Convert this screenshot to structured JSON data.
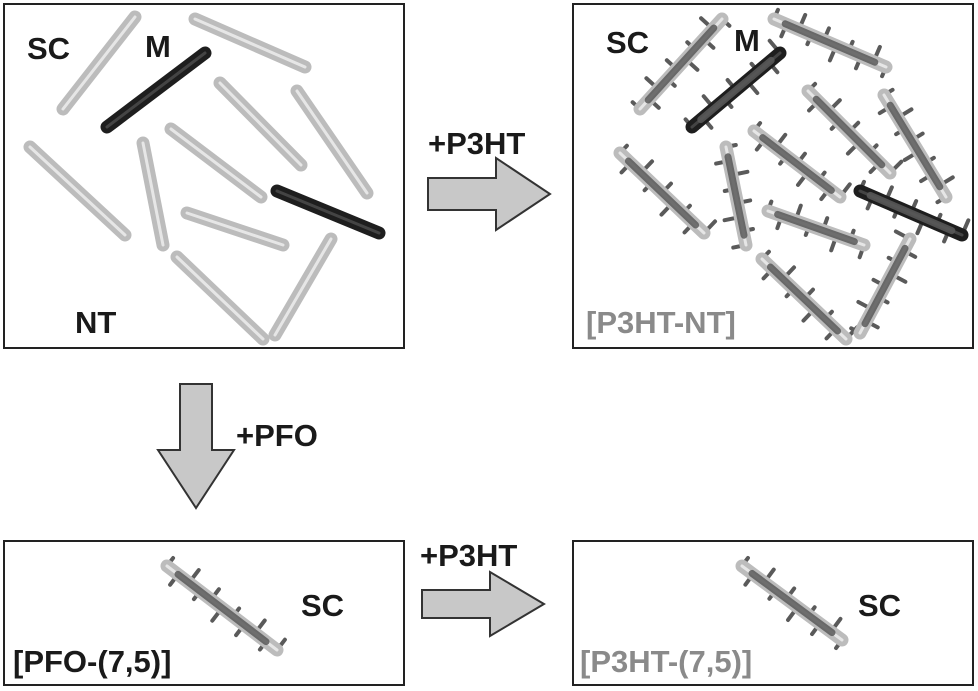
{
  "colors": {
    "frame": "#222222",
    "label_dark": "#1a1a1a",
    "label_gray": "#8a8a8a",
    "tube_light": "#bcbcbc",
    "tube_dark": "#1e1e1e",
    "polymer": "#5a5a5a",
    "arrow_fill": "#c8c8c8",
    "arrow_stroke": "#333333"
  },
  "panels": {
    "nt": {
      "labels": {
        "sc": "SC",
        "m": "M",
        "nt": "NT"
      }
    },
    "p3ht_nt": {
      "labels": {
        "sc": "SC",
        "m": "M",
        "result": "[P3HT-NT]"
      }
    },
    "pfo_75": {
      "labels": {
        "sc": "SC",
        "result": "[PFO-(7,5)]"
      }
    },
    "p3ht_75": {
      "labels": {
        "sc": "SC",
        "result": "[P3HT-(7,5)]"
      }
    }
  },
  "arrows": {
    "top_right": {
      "label": "+P3HT",
      "icon": "arrow-right"
    },
    "down": {
      "label": "+PFO",
      "icon": "arrow-down"
    },
    "bottom_right": {
      "label": "+P3HT",
      "icon": "arrow-right"
    }
  }
}
